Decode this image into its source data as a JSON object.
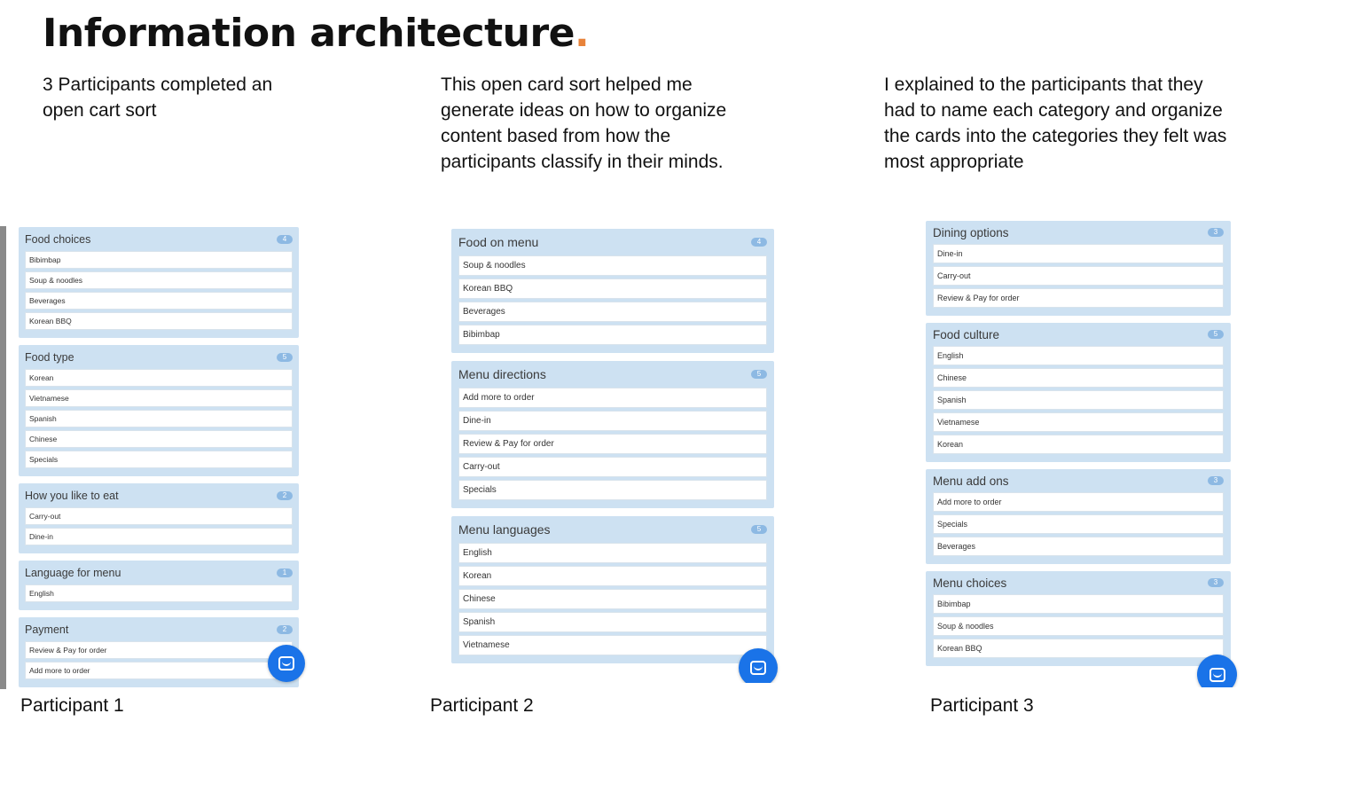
{
  "title": "Information architecture",
  "title_dot": ".",
  "descriptions": [
    "3 Participants completed an open cart sort",
    "This open card sort helped me generate ideas on how to organize content based from how the participants classify in their minds.",
    "I explained to the participants that they had to name each category and organize the cards into the categories they felt was most appropriate"
  ],
  "participants": [
    {
      "label": "Participant 1",
      "groups": [
        {
          "name": "Food choices",
          "count": "4",
          "cards": [
            "Bibimbap",
            "Soup & noodles",
            "Beverages",
            "Korean BBQ"
          ]
        },
        {
          "name": "Food type",
          "count": "5",
          "cards": [
            "Korean",
            "Vietnamese",
            "Spanish",
            "Chinese",
            "Specials"
          ]
        },
        {
          "name": "How you like to eat",
          "count": "2",
          "cards": [
            "Carry-out",
            "Dine-in"
          ]
        },
        {
          "name": "Language for menu",
          "count": "1",
          "cards": [
            "English"
          ]
        },
        {
          "name": "Payment",
          "count": "2",
          "cards": [
            "Review & Pay for order",
            "Add more to order"
          ]
        }
      ]
    },
    {
      "label": "Participant 2",
      "groups": [
        {
          "name": "Food on menu",
          "count": "4",
          "cards": [
            "Soup & noodles",
            "Korean BBQ",
            "Beverages",
            "Bibimbap"
          ]
        },
        {
          "name": "Menu directions",
          "count": "5",
          "cards": [
            "Add more to order",
            "Dine-in",
            "Review & Pay for order",
            "Carry-out",
            "Specials"
          ]
        },
        {
          "name": "Menu languages",
          "count": "5",
          "cards": [
            "English",
            "Korean",
            "Chinese",
            "Spanish",
            "Vietnamese"
          ]
        }
      ]
    },
    {
      "label": "Participant 3",
      "groups": [
        {
          "name": "Dining options",
          "count": "3",
          "cards": [
            "Dine-in",
            "Carry-out",
            "Review & Pay for order"
          ]
        },
        {
          "name": "Food culture",
          "count": "5",
          "cards": [
            "English",
            "Chinese",
            "Spanish",
            "Vietnamese",
            "Korean"
          ]
        },
        {
          "name": "Menu add ons",
          "count": "3",
          "cards": [
            "Add more to order",
            "Specials",
            "Beverages"
          ]
        },
        {
          "name": "Menu choices",
          "count": "3",
          "cards": [
            "Bibimbap",
            "Soup & noodles",
            "Korean BBQ"
          ]
        }
      ]
    }
  ],
  "colors": {
    "accent_dot": "#e8833a",
    "group_bg": "#cde1f2",
    "count_badge": "#8db9e3",
    "chat_button": "#1a73e8"
  },
  "icons": [
    "chat-icon"
  ]
}
